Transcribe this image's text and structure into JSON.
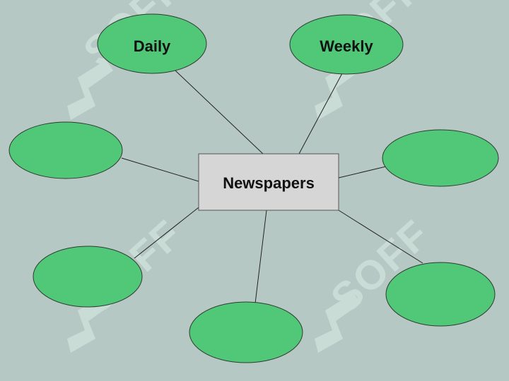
{
  "diagram": {
    "center": {
      "label": "Newspapers"
    },
    "nodes": [
      {
        "id": "daily",
        "label": "Daily"
      },
      {
        "id": "weekly",
        "label": "Weekly"
      },
      {
        "id": "left-top",
        "label": ""
      },
      {
        "id": "right-top",
        "label": ""
      },
      {
        "id": "left-bottom",
        "label": ""
      },
      {
        "id": "bottom",
        "label": ""
      },
      {
        "id": "right-bottom",
        "label": ""
      }
    ]
  },
  "watermark": {
    "text": "SOFF"
  },
  "colors": {
    "background": "#b6c8c3",
    "node_fill": "#50c878",
    "node_stroke": "#2e3a33",
    "center_fill": "#d6d6d6",
    "center_stroke": "#555555",
    "connector": "#222222",
    "text": "#111111"
  }
}
